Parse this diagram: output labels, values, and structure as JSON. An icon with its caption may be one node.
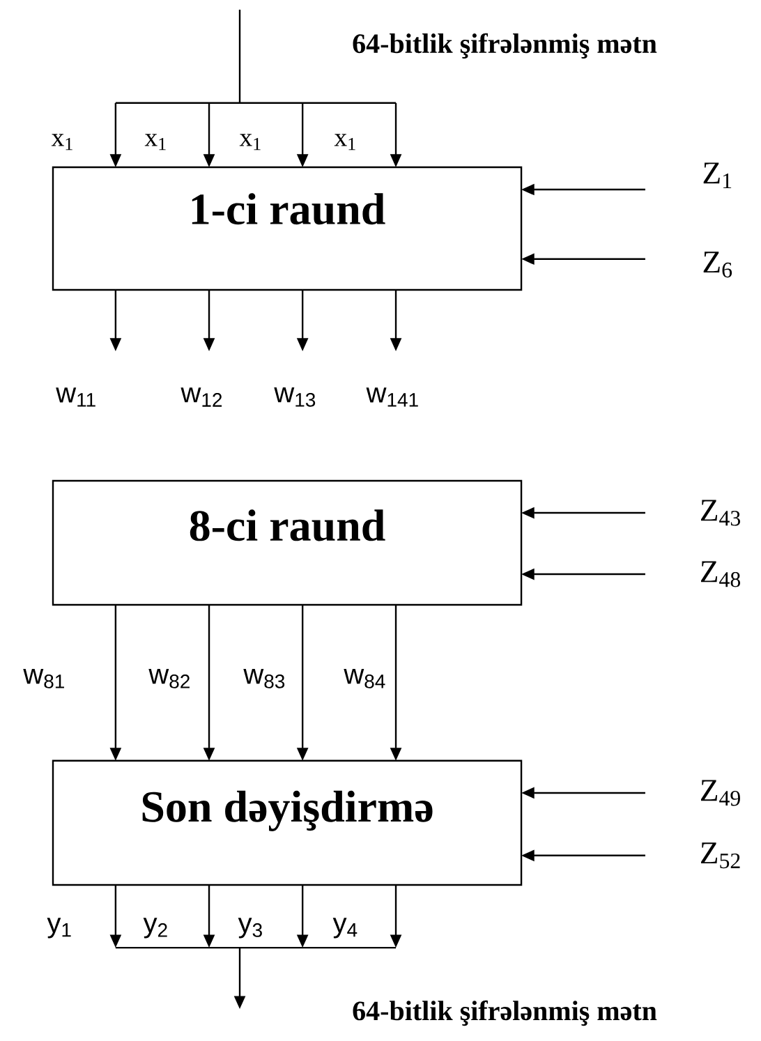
{
  "diagram": {
    "nodes": [
      {
        "text": [
          "1-ci raund"
        ]
      },
      {
        "text": [
          "8-ci raund"
        ]
      },
      {
        "text": [
          "Son dəyişdirmə"
        ]
      }
    ],
    "edges": [
      {
        "from": null,
        "to": 0,
        "arrow": "to"
      },
      {
        "from": null,
        "to": 0,
        "arrow": "to"
      },
      {
        "from": null,
        "to": 0,
        "arrow": "to"
      },
      {
        "from": null,
        "to": 0,
        "arrow": "to"
      },
      {
        "from": null,
        "to": 0,
        "arrow": "to"
      },
      {
        "from": null,
        "to": 0,
        "arrow": "to"
      },
      {
        "from": 0,
        "to": null,
        "arrow": "to"
      },
      {
        "from": 0,
        "to": null,
        "arrow": "to"
      },
      {
        "from": 0,
        "to": null,
        "arrow": "to"
      },
      {
        "from": 0,
        "to": null,
        "arrow": "to"
      },
      {
        "from": null,
        "to": 1,
        "arrow": "to"
      },
      {
        "from": null,
        "to": 1,
        "arrow": "to"
      },
      {
        "from": 1,
        "to": 2,
        "arrow": "to"
      },
      {
        "from": 1,
        "to": 2,
        "arrow": "to"
      },
      {
        "from": 1,
        "to": 2,
        "arrow": "to"
      },
      {
        "from": 1,
        "to": 2,
        "arrow": "to"
      },
      {
        "from": null,
        "to": 2,
        "arrow": "to"
      },
      {
        "from": null,
        "to": 2,
        "arrow": "to"
      },
      {
        "from": 2,
        "to": null,
        "arrow": "to"
      },
      {
        "from": 2,
        "to": null,
        "arrow": "to"
      },
      {
        "from": 2,
        "to": null,
        "arrow": "to"
      },
      {
        "from": 2,
        "to": null,
        "arrow": "to"
      }
    ],
    "labels": [
      "64-bitlik şifrələnmiş mətn",
      "x$_{1}$",
      "x$_{1}$",
      "x$_{1}$",
      "x$_{1}$",
      "Z$_{1}$",
      "Z$_{6}$",
      "w$_{11}$",
      "w$_{12}$",
      "w$_{13}$",
      "w$_{141}$",
      "Z$_{43}$",
      "Z$_{48}$",
      "w$_{81}$",
      "w$_{82}$",
      "w$_{83}$",
      "w$_{84}$",
      "Z$_{49}$",
      "Z$_{52}$",
      "y$_{1}$",
      "y$_{2}$",
      "y$_{3}$",
      "y$_{4}$",
      "64-bitlik şifrələnmiş mətn"
    ]
  }
}
